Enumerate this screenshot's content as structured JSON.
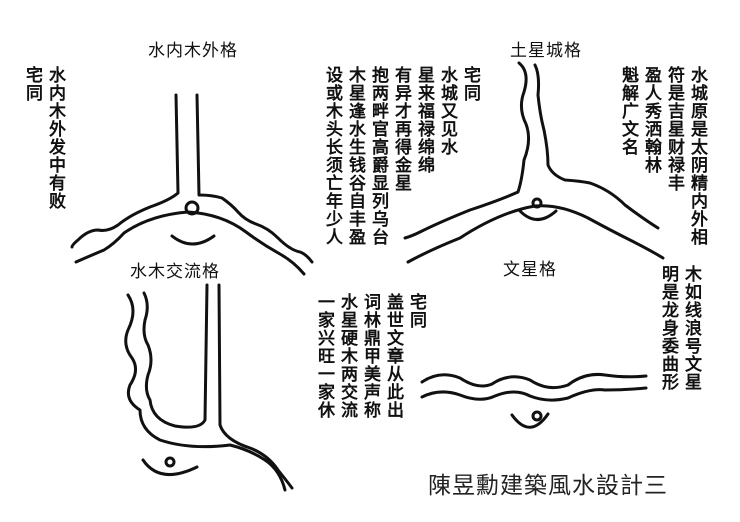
{
  "diagrams": [
    {
      "title": "水内木外格",
      "poem_columns": [
        "宅同",
        "水城又见水",
        "星来福禄绵绵",
        "有异才再得金星",
        "抱两畔官高爵显列乌台",
        "木星逢水生钱谷自丰盈",
        "设或木头长须亡年少人"
      ],
      "note_columns": [
        "水内木外发中有败",
        "宅同"
      ]
    },
    {
      "title": "土星城格",
      "poem_columns": [
        "水城原是太阴精内外相",
        "符是吉星财禄丰",
        "盈人秀洒翰林",
        "魁解广文名"
      ]
    },
    {
      "title": "水木交流格",
      "poem_columns": [
        "宅同",
        "盖世文章从此出",
        "词林鼎甲美声称",
        "水星硬木两交流",
        "一家兴旺一家休"
      ]
    },
    {
      "title": "文星格",
      "poem_columns": [
        "木如线浪号文星",
        "明是龙身委曲形"
      ]
    }
  ],
  "caption": "陳昱勳建築風水設計三",
  "colors": {
    "ink": "#111111",
    "background": "#ffffff"
  }
}
